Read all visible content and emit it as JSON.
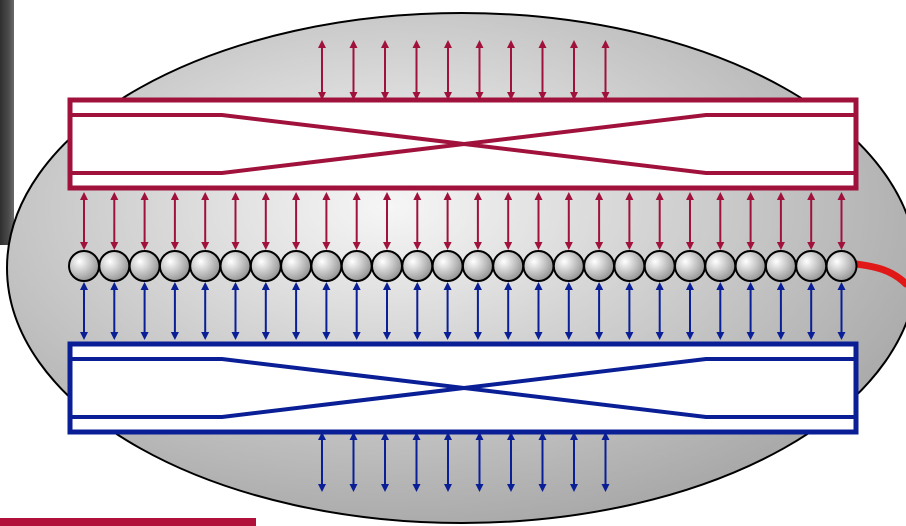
{
  "colors": {
    "red": "#a0123c",
    "blue": "#0a1e96",
    "outer_ring": "#000000",
    "ellipse_light": "#f6f6f6",
    "ellipse_dark": "#9c9c9c",
    "bead_light": "#ffffff",
    "bead_dark": "#8a8a8a",
    "lead_line": "#e01818",
    "accent_bar": "#b0103a"
  },
  "icons": {
    "double_arrow": "double-headed-arrow-icon",
    "bead": "sphere-bead-icon"
  },
  "diagram": {
    "top_box_count": 1,
    "bottom_box_count": 1,
    "bead_count": 26,
    "arrows_between_rows_per_side": 26,
    "outer_arrows_per_side": 10
  }
}
